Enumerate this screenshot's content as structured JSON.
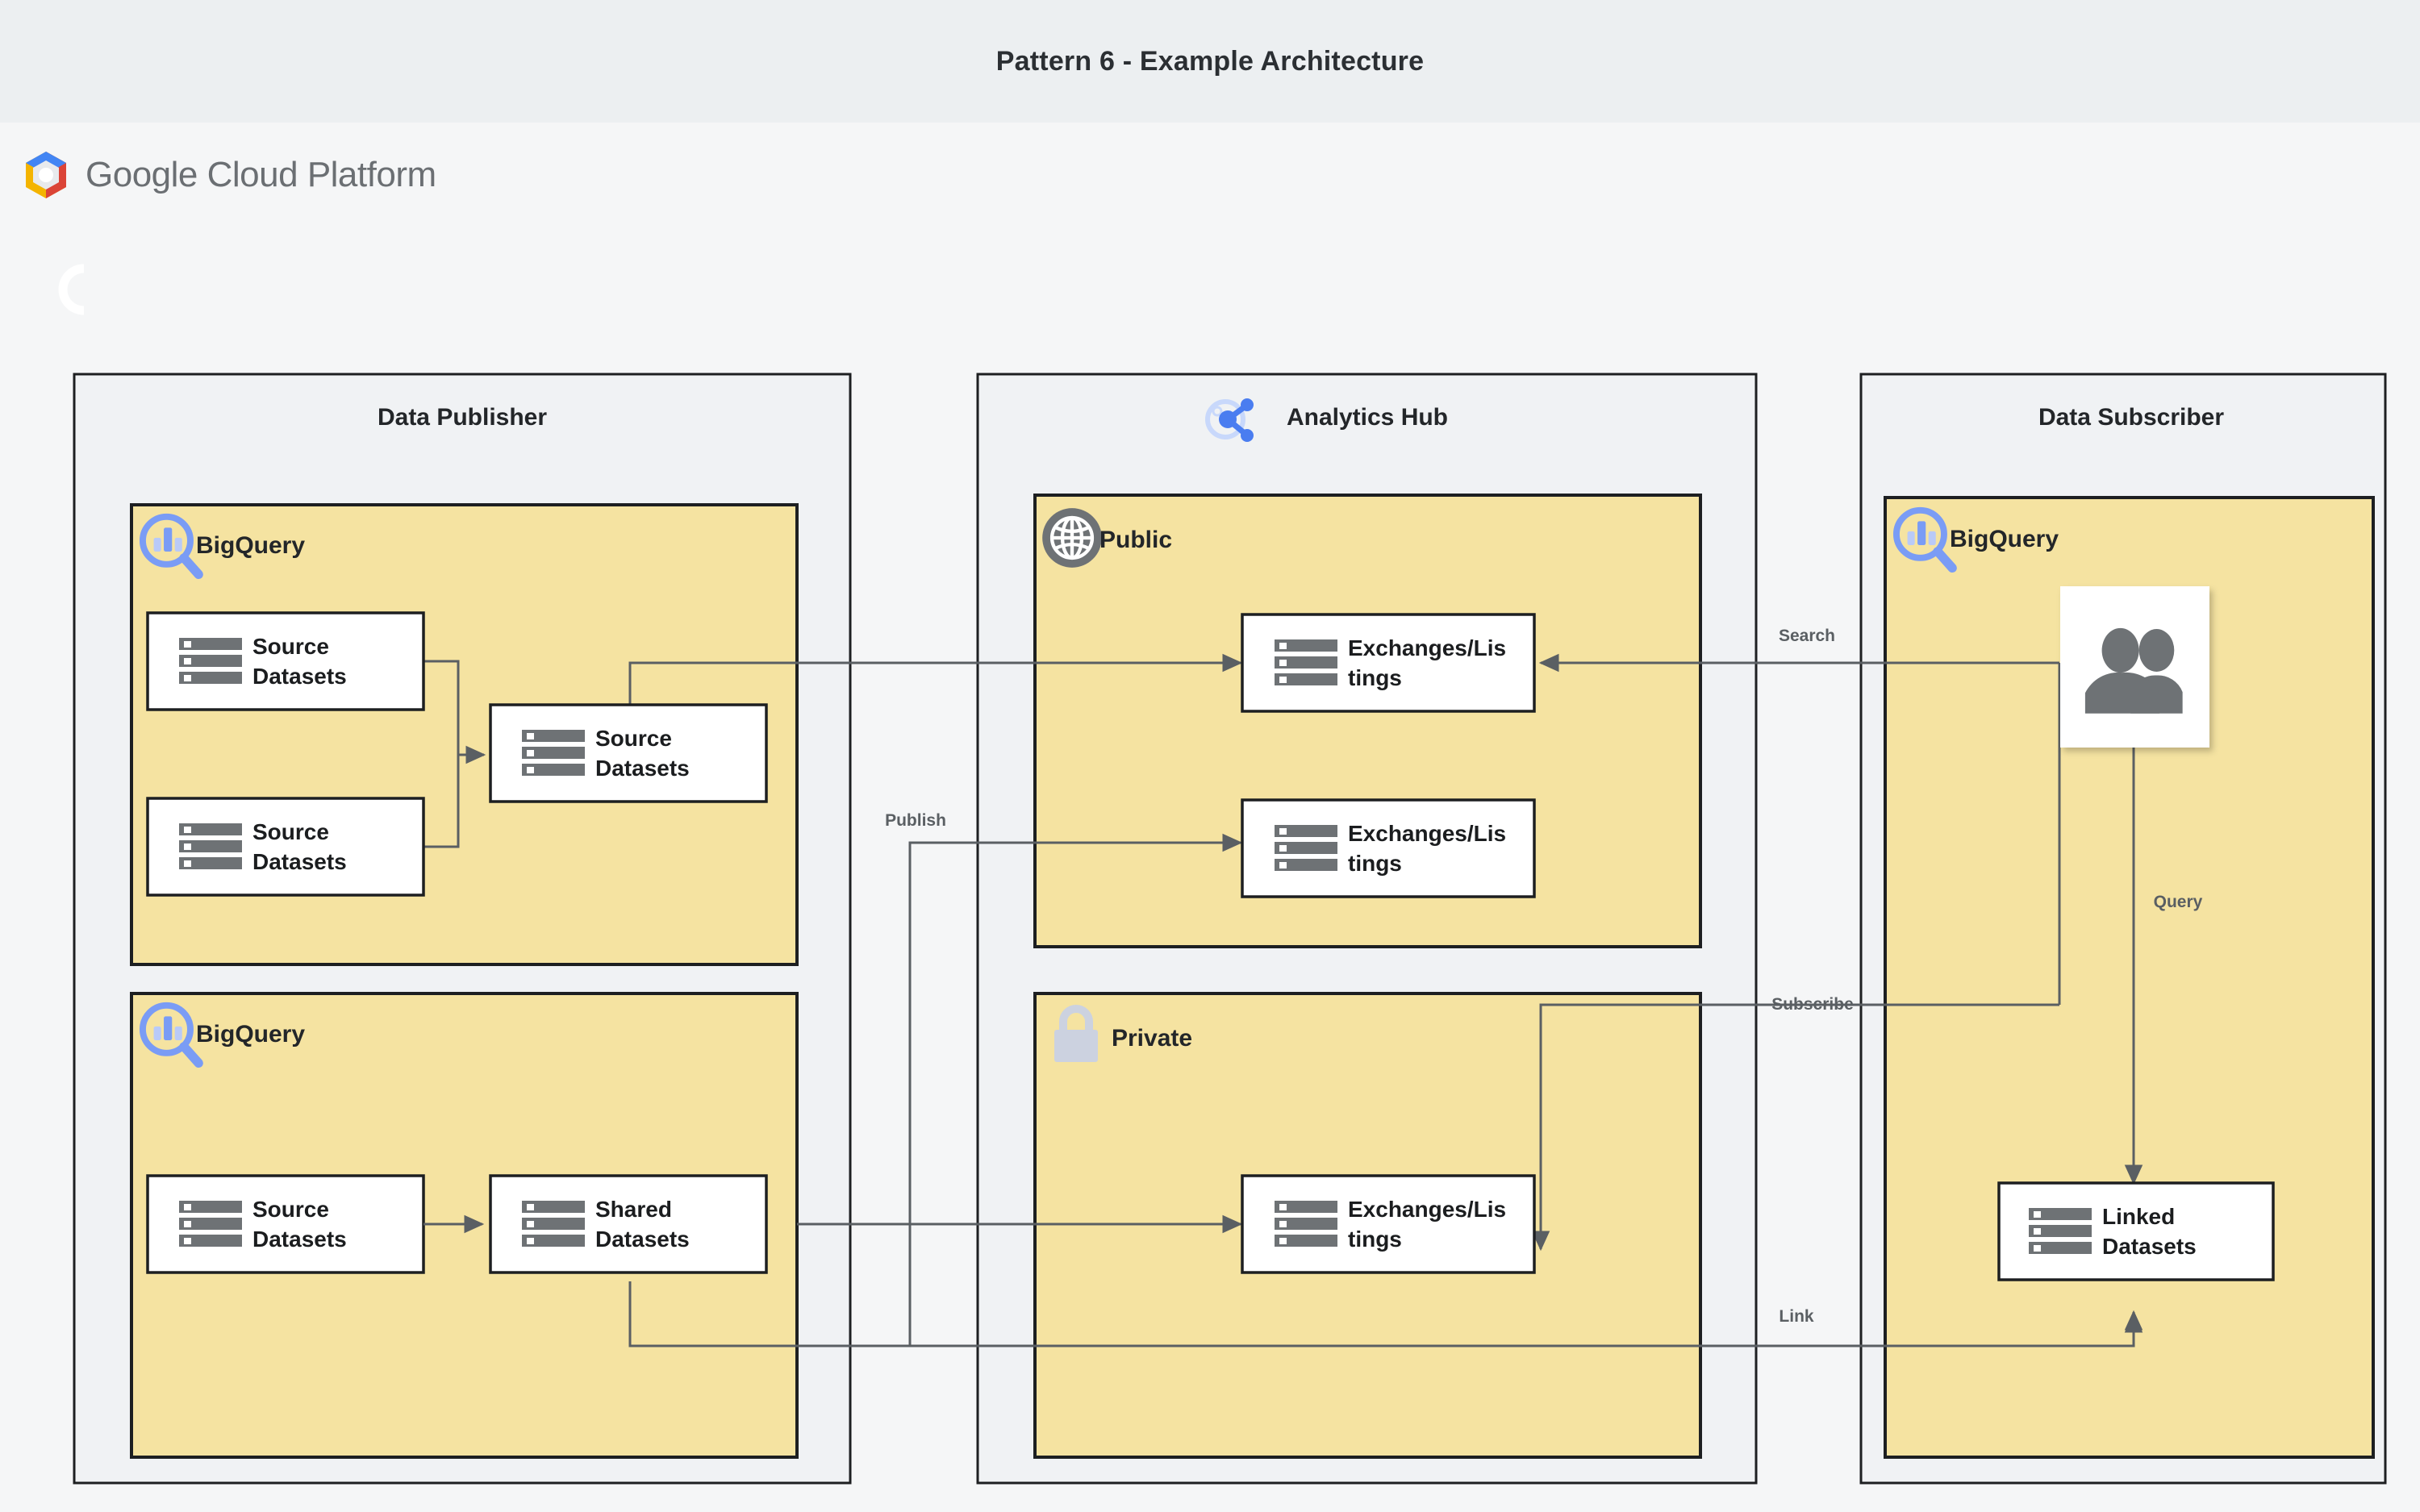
{
  "title": "Pattern 6 - Example Architecture",
  "brand": {
    "logo_icon": "google-cloud-hexagon-icon",
    "word_google": "Google",
    "word_cloud_platform": "Cloud Platform"
  },
  "sections": [
    {
      "id": "data-publisher",
      "label": "Data Publisher",
      "icon": null
    },
    {
      "id": "analytics-hub",
      "label": "Analytics Hub",
      "icon": "analytics-hub-share-icon"
    },
    {
      "id": "data-subscriber",
      "label": "Data Subscriber",
      "icon": null
    }
  ],
  "zones": [
    {
      "id": "publisher-bigquery-top",
      "label": "BigQuery",
      "icon": "bigquery-magnifier-icon"
    },
    {
      "id": "publisher-bigquery-bottom",
      "label": "BigQuery",
      "icon": "bigquery-magnifier-icon"
    },
    {
      "id": "hub-public",
      "label": "Public",
      "icon": "globe-icon"
    },
    {
      "id": "hub-private",
      "label": "Private",
      "icon": "lock-icon"
    },
    {
      "id": "subscriber-bigquery",
      "label": "BigQuery",
      "icon": "bigquery-magnifier-icon"
    }
  ],
  "nodes": [
    {
      "id": "pub-source-1",
      "line1": "Source",
      "line2": "Datasets",
      "icon": "datasets-icon"
    },
    {
      "id": "pub-source-2",
      "line1": "Source",
      "line2": "Datasets",
      "icon": "datasets-icon"
    },
    {
      "id": "pub-source-mid",
      "line1": "Source",
      "line2": "Datasets",
      "icon": "datasets-icon"
    },
    {
      "id": "pub-source-3",
      "line1": "Source",
      "line2": "Datasets",
      "icon": "datasets-icon"
    },
    {
      "id": "pub-shared",
      "line1": "Shared",
      "line2": "Datasets",
      "icon": "datasets-icon"
    },
    {
      "id": "hub-public-listing-1",
      "line1": "Exchanges/Lis",
      "line2": "tings",
      "icon": "datasets-icon"
    },
    {
      "id": "hub-public-listing-2",
      "line1": "Exchanges/Lis",
      "line2": "tings",
      "icon": "datasets-icon"
    },
    {
      "id": "hub-private-listing-1",
      "line1": "Exchanges/Lis",
      "line2": "tings",
      "icon": "datasets-icon"
    },
    {
      "id": "sub-users",
      "line1": "",
      "line2": "",
      "icon": "users-icon"
    },
    {
      "id": "sub-linked",
      "line1": "Linked",
      "line2": "Datasets",
      "icon": "datasets-icon"
    }
  ],
  "edge_labels": [
    {
      "id": "publish",
      "label": "Publish"
    },
    {
      "id": "search",
      "label": "Search"
    },
    {
      "id": "subscribe",
      "label": "Subscribe"
    },
    {
      "id": "link",
      "label": "Link"
    },
    {
      "id": "query",
      "label": "Query"
    }
  ],
  "colors": {
    "title_bar_bg": "#eceff1",
    "canvas_bg": "#f5f6f7",
    "section_bg": "#f0f2f4",
    "zone_yellow": "#f5e3a1",
    "node_white": "#ffffff",
    "stroke_dark": "#1d1f21",
    "edge_gray": "#5a5f63",
    "bigquery_blue": "#7a9cf5",
    "analytics_hub_blue": "#4a7df0",
    "globe_gray": "#6e7275",
    "lock_gray": "#ccd2e0",
    "datasets_gray": "#6e7275",
    "google_blue": "#4285f4",
    "google_red": "#db4437",
    "google_yellow": "#f4b400",
    "logo_text_gray": "#6b6f73"
  }
}
